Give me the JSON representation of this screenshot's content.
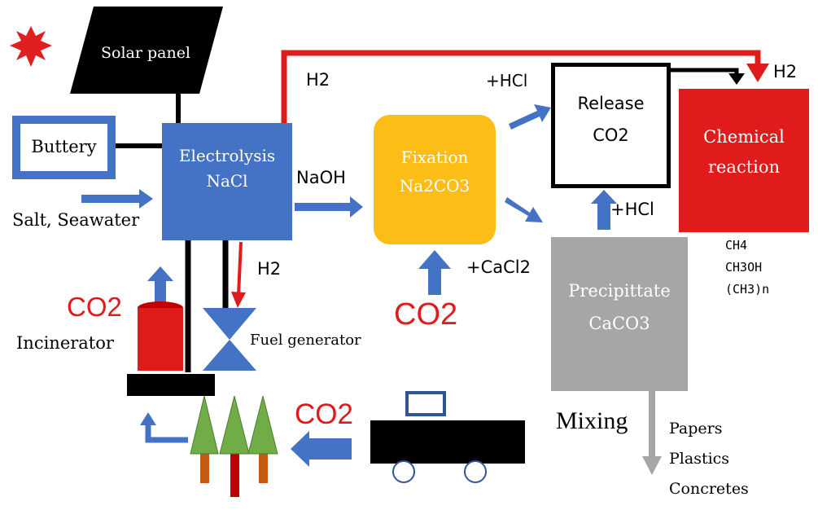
{
  "colors": {
    "blue": "#4472c4",
    "red": "#e01b1b",
    "orange": "#fbbd16",
    "gray": "#a6a6a6",
    "green": "#70ad47",
    "black": "#000000",
    "star": "#e02020"
  },
  "solar": {
    "label": "Solar panel"
  },
  "battery": {
    "label": "Buttery"
  },
  "electrolysis": {
    "line1": "Electrolysis",
    "line2": "NaCl"
  },
  "salt": {
    "label": "Salt, Seawater"
  },
  "h2_top": "H2",
  "h2_fuel": "H2",
  "h2_chem": "H2",
  "naoh": "NaOH",
  "fixation": {
    "line1": "Fixation",
    "line2": "Na2CO3"
  },
  "hcl_top": "+HCl",
  "hcl_right": "+HCl",
  "cacl2": "+CaCl2",
  "release": {
    "line1": "Release",
    "line2": "CO2"
  },
  "chemical": {
    "line1": "Chemical",
    "line2": "reaction"
  },
  "products": [
    "CH4",
    "CH3OH",
    "(CH3)n"
  ],
  "precipitate": {
    "line1": "Precipittate",
    "line2": "CaCO3"
  },
  "mixing": "Mixing",
  "uses": [
    "Papers",
    "Plastics",
    "Concretes"
  ],
  "co2_incinerator": "CO2",
  "co2_fixation": "CO2",
  "co2_truck": "CO2",
  "incinerator": "Incinerator",
  "fuel_generator": "Fuel generator",
  "icons": [
    "sun-icon",
    "solar-panel-icon",
    "incinerator-icon",
    "fuel-generator-icon",
    "tree-icon",
    "truck-icon"
  ]
}
